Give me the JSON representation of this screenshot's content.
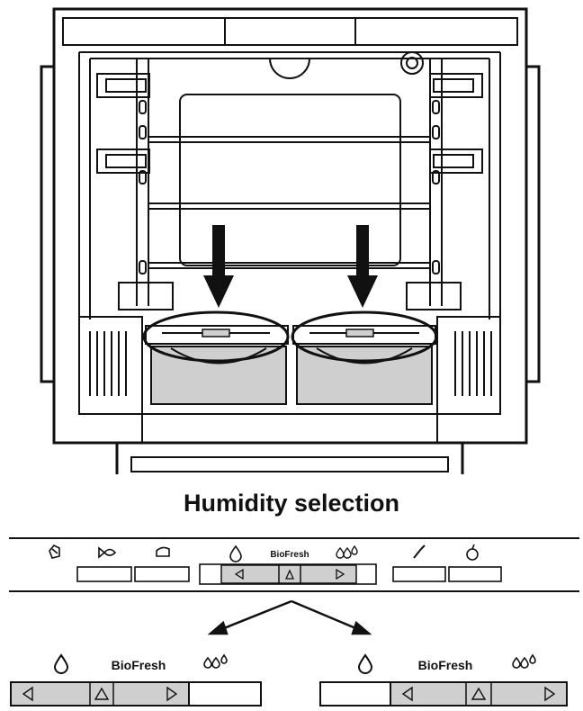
{
  "heading": "Humidity selection",
  "panel": {
    "biofresh_label": "BioFresh",
    "icons": [
      "frozen-food-icon",
      "fish-icon",
      "cheese-icon",
      "low-humidity-drop-icon",
      "high-humidity-drops-icon",
      "wine-bottle-icon",
      "fruit-icon"
    ]
  },
  "left_setting": {
    "biofresh_label": "BioFresh",
    "state": "low humidity – slider left"
  },
  "right_setting": {
    "biofresh_label": "BioFresh",
    "state": "high humidity – slider right"
  },
  "colors": {
    "line": "#111111",
    "gray": "#cfcfcf"
  }
}
